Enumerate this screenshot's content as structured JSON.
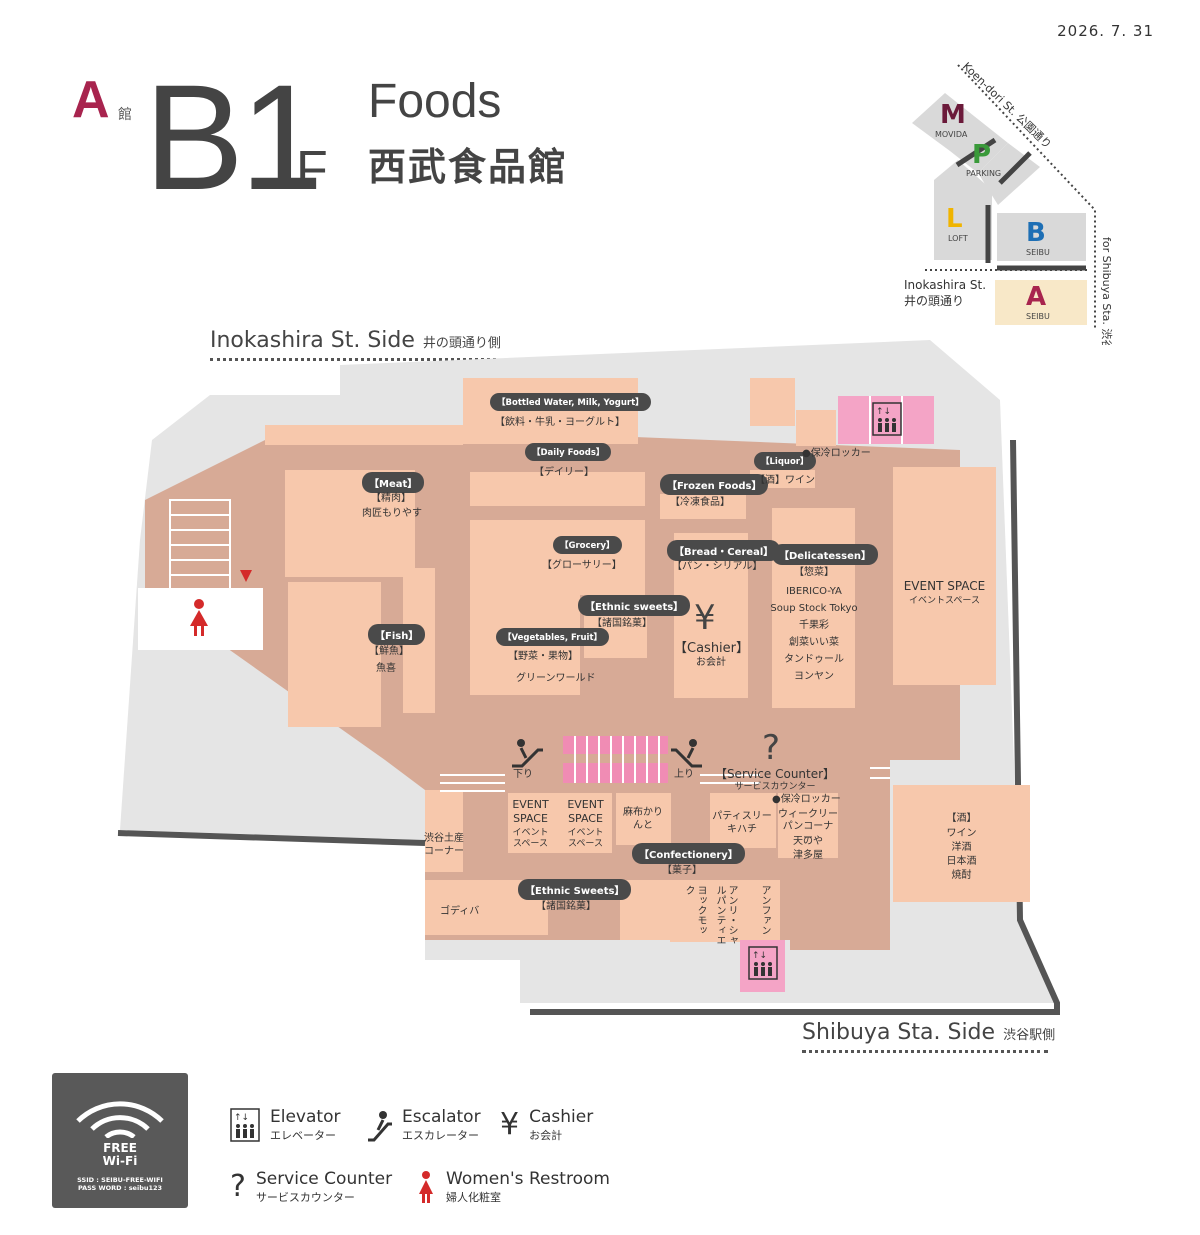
{
  "date": "2026. 7. 31",
  "building": {
    "letter": "A",
    "kan": "館"
  },
  "floor": {
    "main": "B1",
    "suffix": "F"
  },
  "title": {
    "en": "Foods",
    "jp": "西武食品館"
  },
  "streets": {
    "top": {
      "en": "Inokashira St. Side",
      "jp": "井の頭通り側"
    },
    "bottom": {
      "en": "Shibuya Sta. Side",
      "jp": "渋谷駅側"
    }
  },
  "minimap": {
    "koen": "Koen-dori St.  公園通り",
    "shibuya": "for Shibuya Sta.  渋谷駅へ",
    "inokashira_en": "Inokashira St.",
    "inokashira_jp": "井の頭通り",
    "blocks": [
      {
        "letter": "M",
        "name": "MOVIDA",
        "color": "#6b1a3a"
      },
      {
        "letter": "P",
        "name": "PARKING",
        "color": "#3a9a3a"
      },
      {
        "letter": "L",
        "name": "LOFT",
        "color": "#f0b400"
      },
      {
        "letter": "B",
        "name": "SEIBU",
        "color": "#1e6fb5"
      },
      {
        "letter": "A",
        "name": "SEIBU",
        "color": "#a8244e"
      }
    ]
  },
  "sections": {
    "water": {
      "en": "【Bottled Water, Milk, Yogurt】",
      "jp": "【飲料・牛乳・ヨーグルト】"
    },
    "daily": {
      "en": "【Daily Foods】",
      "jp": "【デイリー】"
    },
    "meat": {
      "en": "【Meat】",
      "jp": "【精肉】",
      "shop": "肉匠もりやす"
    },
    "frozen": {
      "en": "【Frozen Foods】",
      "jp": "【冷凍食品】"
    },
    "liquor": {
      "en": "【Liquor】",
      "jp": "【酒】ワイン"
    },
    "locker": "●保冷ロッカー",
    "grocery": {
      "en": "【Grocery】",
      "jp": "【グローサリー】"
    },
    "bread": {
      "en": "【Bread・Cereal】",
      "jp": "【パン・シリアル】"
    },
    "deli": {
      "en": "【Delicatessen】",
      "jp": "【惣菜】",
      "shops": [
        "IBERICO-YA",
        "Soup Stock Tokyo",
        "千果彩",
        "創菜いい菜",
        "タンドゥール",
        "ヨンヤン"
      ]
    },
    "ethnic1": {
      "en": "【Ethnic sweets】",
      "jp": "【諸国銘菓】"
    },
    "fish": {
      "en": "【Fish】",
      "jp": "【鮮魚】",
      "shop": "魚喜"
    },
    "veg": {
      "en": "【Vegetables, Fruit】",
      "jp": "【野菜・果物】",
      "shop": "グリーンワールド"
    },
    "cashier": {
      "icon": "¥",
      "en": "【Cashier】",
      "jp": "お会計"
    },
    "event_space_right": {
      "en": "EVENT SPACE",
      "jp": "イベントスペース"
    },
    "service": {
      "icon": "?",
      "en": "【Service Counter】",
      "jp": "サービスカウンター"
    },
    "esc_down": "下り",
    "esc_up": "上り",
    "event_a": {
      "en": "EVENT SPACE",
      "jp": "イベントスペース"
    },
    "event_b": {
      "en": "EVENT SPACE",
      "jp": "イベントスペース"
    },
    "azabu": "麻布かりんと",
    "patisserie": "パティスリーキハチ",
    "locker2": "●保冷ロッカー",
    "weekly": "ウィークリーパンコーナー",
    "tenya": "天のや",
    "tsumagoi": "津多屋",
    "sake": {
      "title": "【酒】",
      "items": [
        "ワイン",
        "洋酒",
        "日本酒",
        "焼酎"
      ]
    },
    "shibuya_local": "渋谷土産コーナー",
    "confectionery": {
      "en": "【Confectionery】",
      "jp": "【菓子】"
    },
    "ethnic2": {
      "en": "【Ethnic Sweets】",
      "jp": "【諸国銘菓】"
    },
    "godiva": "ゴディバ",
    "yokumoku": "ヨックモック",
    "henri": "アンリ・シャルパンティエ",
    "anfan": "アンファン"
  },
  "wifi": {
    "title1": "FREE",
    "title2": "Wi-Fi",
    "ssid": "SSID : SEIBU-FREE-WIFI",
    "pass": "PASS WORD : seibu123"
  },
  "legend": {
    "elevator": {
      "en": "Elevator",
      "jp": "エレベーター"
    },
    "escalator": {
      "en": "Escalator",
      "jp": "エスカレーター"
    },
    "cashier": {
      "icon": "¥",
      "en": "Cashier",
      "jp": "お会計"
    },
    "service": {
      "icon": "?",
      "en": "Service Counter",
      "jp": "サービスカウンター"
    },
    "restroom": {
      "en": "Women's Restroom",
      "jp": "婦人化粧室"
    }
  }
}
